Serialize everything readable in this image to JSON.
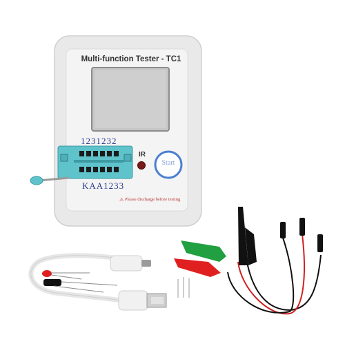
{
  "device": {
    "title": "Multi-function Tester - TC1",
    "socket_pins_top": "1231232",
    "socket_pins_bottom": "KAA1233",
    "ir_label": "IR",
    "start_button_label": "Start",
    "warning_text": "Please discharge before testing",
    "warning_icon": "warning-triangle-icon"
  },
  "colors": {
    "case": "#ececec",
    "screen": "#c9c9c9",
    "socket": "#5fc3cc",
    "start_ring": "#4a7fd0",
    "clip_red": "#e02020",
    "clip_green": "#20a040",
    "clip_black": "#111111"
  }
}
